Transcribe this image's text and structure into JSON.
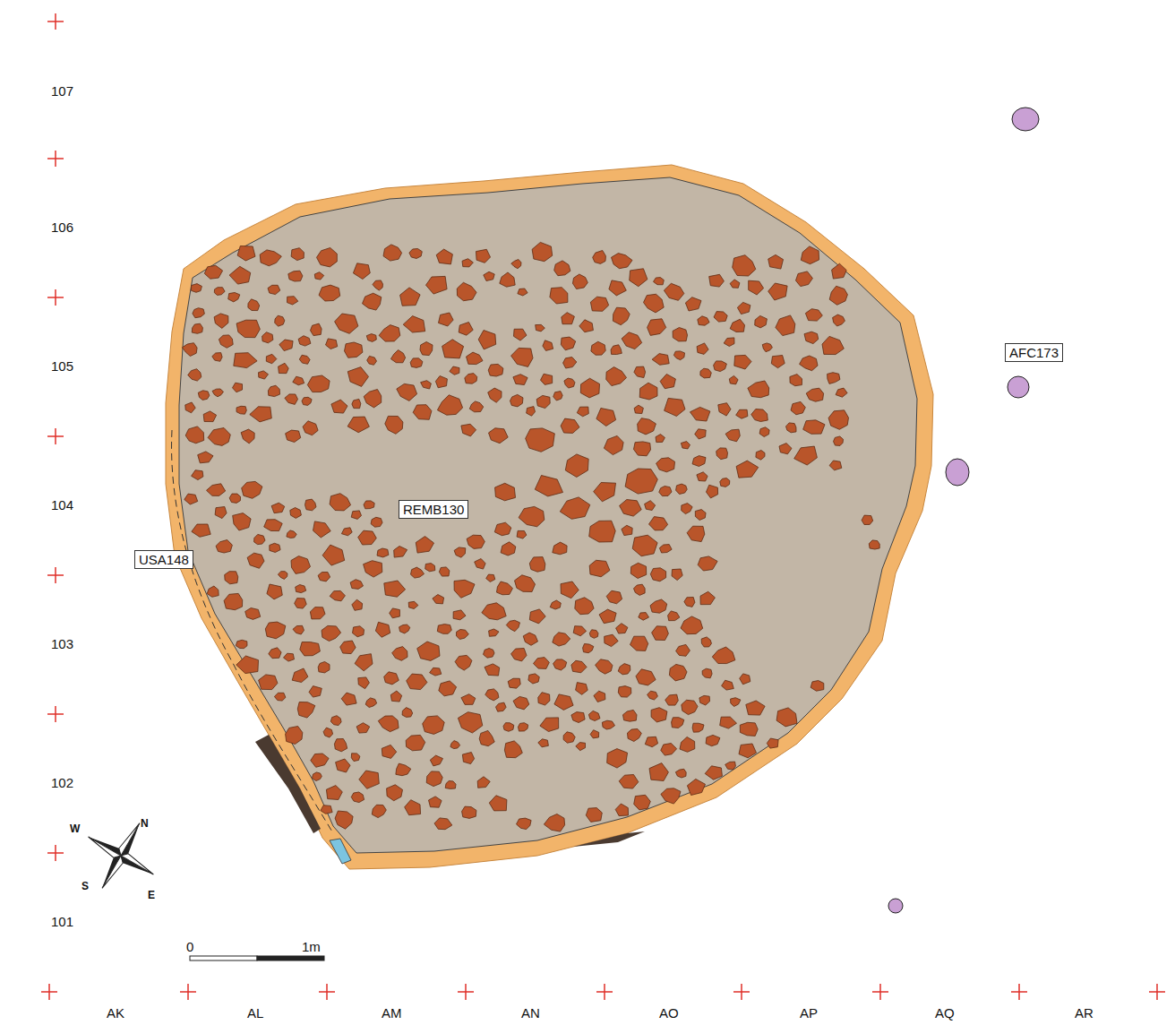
{
  "diagram": {
    "nodes": [
      {
        "text": [
          "AFC173"
        ]
      },
      {
        "text": [
          "REMB130"
        ]
      },
      {
        "text": [
          "USA148"
        ]
      }
    ],
    "labels": [
      "107",
      "106",
      "105",
      "104",
      "103",
      "102",
      "101",
      "AK",
      "AL",
      "AM",
      "AN",
      "AO",
      "AP",
      "AQ",
      "AR",
      "0",
      "1m",
      "N",
      "E",
      "S",
      "W"
    ]
  }
}
